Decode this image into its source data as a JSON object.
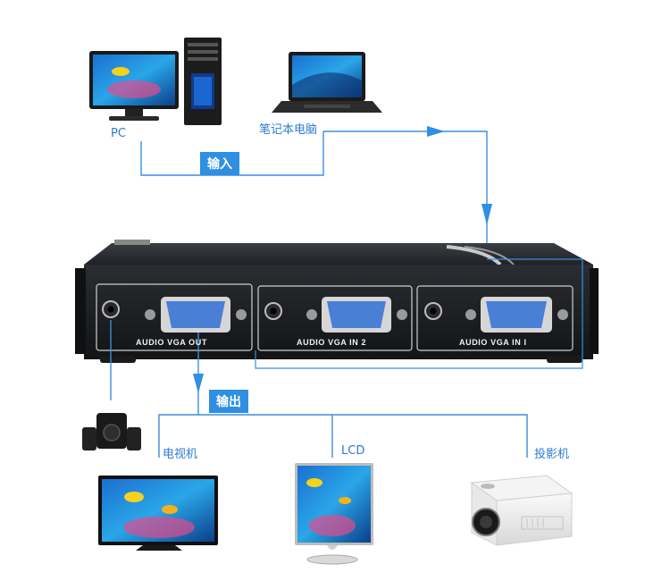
{
  "inputs": {
    "pc_label": "PC",
    "laptop_label": "笔记本电脑",
    "badge": "输入"
  },
  "outputs": {
    "badge": "输出",
    "tv_label": "电视机",
    "lcd_label": "LCD",
    "projector_label": "投影机"
  },
  "device": {
    "port_out": "AUDIO VGA OUT",
    "port_in2": "AUDIO VGA IN 2",
    "port_in1": "AUDIO VGA IN I"
  },
  "colors": {
    "line": "#3a8ee0",
    "badge": "#2f8fe0",
    "device_body": "#1e2124",
    "vga_port": "#4a7fd6"
  }
}
